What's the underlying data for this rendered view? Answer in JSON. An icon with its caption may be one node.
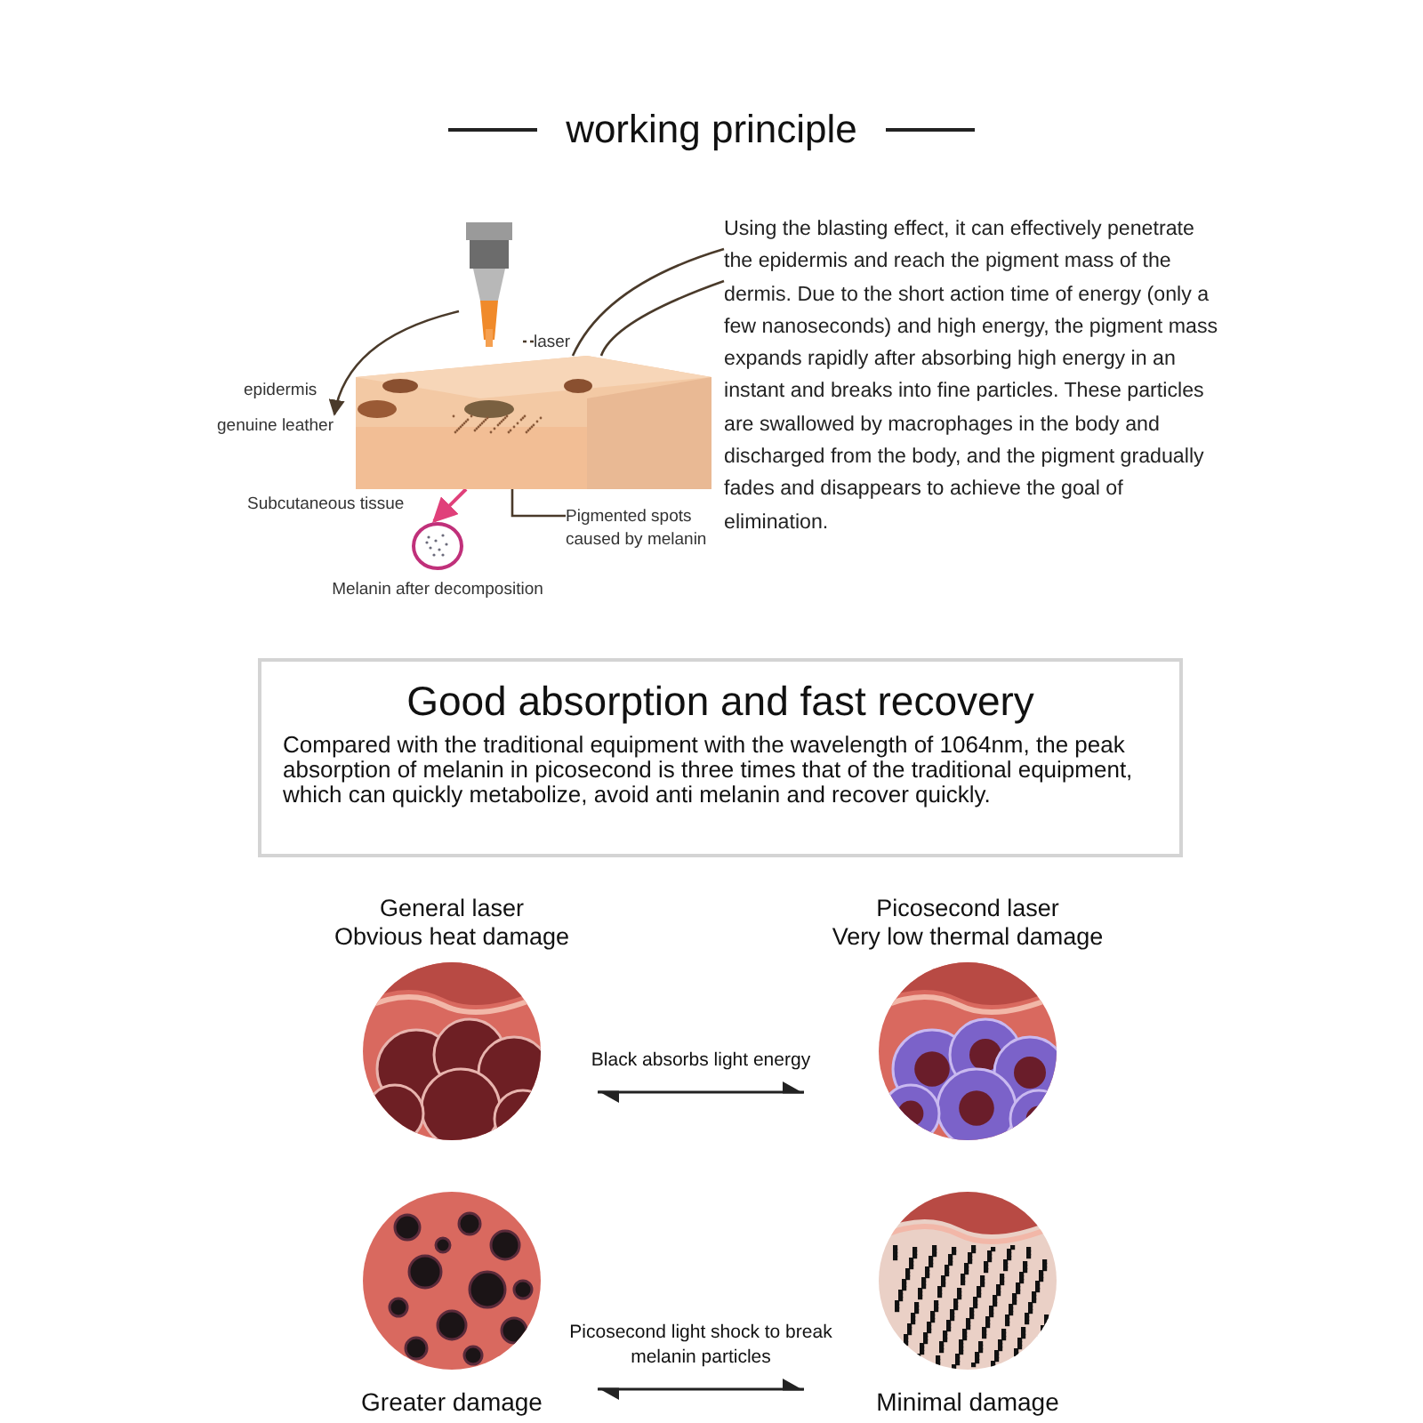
{
  "diagram": {
    "title": "working principle",
    "nodes": [
      {
        "text": [],
        "shape": "picture"
      },
      {
        "text": [
          "laser"
        ]
      },
      {
        "text": [],
        "shape": "picture"
      },
      {
        "text": [
          "genuine leather"
        ]
      },
      {
        "text": [
          "Pigmented spots caused by melanin"
        ]
      },
      {
        "text": [],
        "shape": "circle",
        "beside": [
          "Melanin after decomposition"
        ]
      },
      {
        "text": [
          "Using the blasting effect, it can effectively penetrate the epidermis and reach the pigment mass of the dermis. Due to the short action time of energy (only a few nanoseconds) and high energy, the pigment mass expands rapidly after absorbing high energy in an instant and breaks into fine particles. These particles are swallowed by macrophages in the body and discharged from the body, and the pigment gradually fades and disappears to achieve the goal of elimination."
        ]
      },
      {
        "text": [
          "Good absorption and fast recovery",
          "Compared with the traditional equipment with the wavelength of 1064nm, the peak absorption of melanin in picosecond is three times that of the traditional equipment, which can quickly metabolize, avoid anti melanin and recover quickly."
        ]
      },
      {
        "text": [
          "General laser",
          "Obvious heat damage"
        ]
      },
      {
        "text": [
          "Picosecond laser",
          "Very low thermal damage"
        ]
      },
      {
        "text": [
          "Greater damage"
        ]
      },
      {
        "text": [
          "Minimal damage"
        ]
      }
    ],
    "edges": [
      {
        "from": 1,
        "to": 0,
        "arrow": "none",
        "style": "dashed"
      },
      {
        "from": 0,
        "to": 3,
        "arrow": "to"
      },
      {
        "from": 4,
        "to": 2,
        "arrow": "none"
      },
      {
        "from": 2,
        "to": 5,
        "arrow": "to",
        "color": "#e0407a"
      },
      {
        "from": 6,
        "to": 2,
        "arrow": "none"
      },
      {
        "from": 6,
        "to": 2,
        "arrow": "none"
      },
      {
        "from": 8,
        "to": 9,
        "arrow": "both",
        "label": "Black absorbs light energy"
      },
      {
        "from": 10,
        "to": 11,
        "arrow": "both",
        "label": "Picosecond light shock to break melanin particles"
      }
    ],
    "labels": [
      "epidermis",
      "Subcutaneous tissue"
    ]
  }
}
